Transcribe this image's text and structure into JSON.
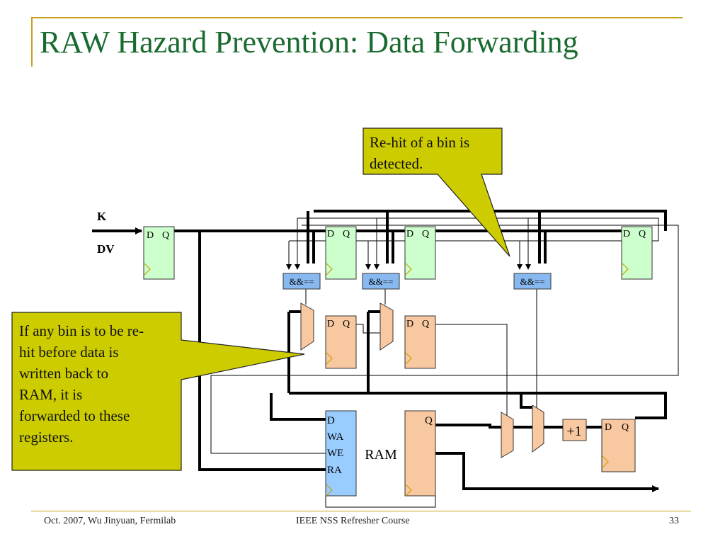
{
  "slide": {
    "title": "RAW Hazard Prevention: Data Forwarding",
    "footer_left": "Oct. 2007, Wu Jinyuan, Fermilab",
    "footer_center": "IEEE NSS Refresher Course",
    "page_number": "33"
  },
  "diagram": {
    "inputs": {
      "k": "K",
      "dv": "DV"
    },
    "register_d": "D",
    "register_q": "Q",
    "comparator_label": "&&==",
    "increment_label": "+1",
    "ram": {
      "label": "RAM",
      "port_d": "D",
      "port_wa": "WA",
      "port_we": "WE",
      "port_ra": "RA",
      "port_q": "Q"
    },
    "callout_top": {
      "line1": "Re-hit of a bin is",
      "line2": "detected."
    },
    "callout_left": {
      "lines": [
        "If any bin is to be re-",
        "hit before data is",
        "written back to",
        "RAM, it is",
        "forwarded to these",
        "registers."
      ]
    }
  },
  "colors": {
    "title": "#1a6b30",
    "accent_line": "#c8a020",
    "pipeline_register": "#ccffcc",
    "data_register": "#f8c8a0",
    "comparator": "#88b8f0",
    "ram_input": "#99ccff",
    "callout": "#cccc00"
  }
}
